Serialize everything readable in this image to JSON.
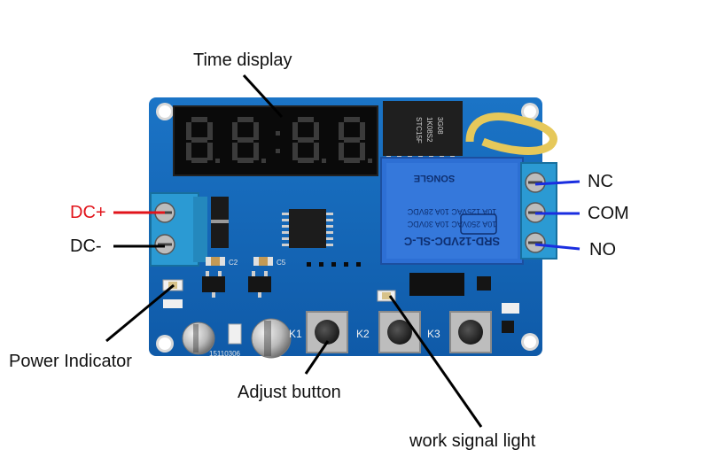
{
  "board": {
    "silkscreen": {
      "k1": "K1",
      "k2": "K2",
      "k3": "K3",
      "c2": "C2",
      "c5": "C5",
      "serial": "15110306"
    },
    "relay": {
      "model": "SRD-12VDC-SL-C",
      "rating1": "10A 250VAC  10A 30VDC",
      "rating2": "10A 125VAC  10A 28VDC",
      "brand": "SONGLE"
    },
    "ic": {
      "line1": "STC15F",
      "line2": "1K08S2",
      "line3": "3G08"
    }
  },
  "labels": {
    "time_display": "Time display",
    "dc_plus": "DC+",
    "dc_minus": "DC-",
    "power_indicator": "Power Indicator",
    "adjust_button": "Adjust button",
    "work_signal_light": "work signal light",
    "nc": "NC",
    "com": "COM",
    "no": "NO"
  },
  "colors": {
    "pcb": "#1668b8",
    "terminal": "#2b9ad3",
    "relay": "#2d6fd4",
    "red_wire": "#e1141b",
    "blue_wire": "#1a2ee0",
    "black_wire": "#000000"
  }
}
